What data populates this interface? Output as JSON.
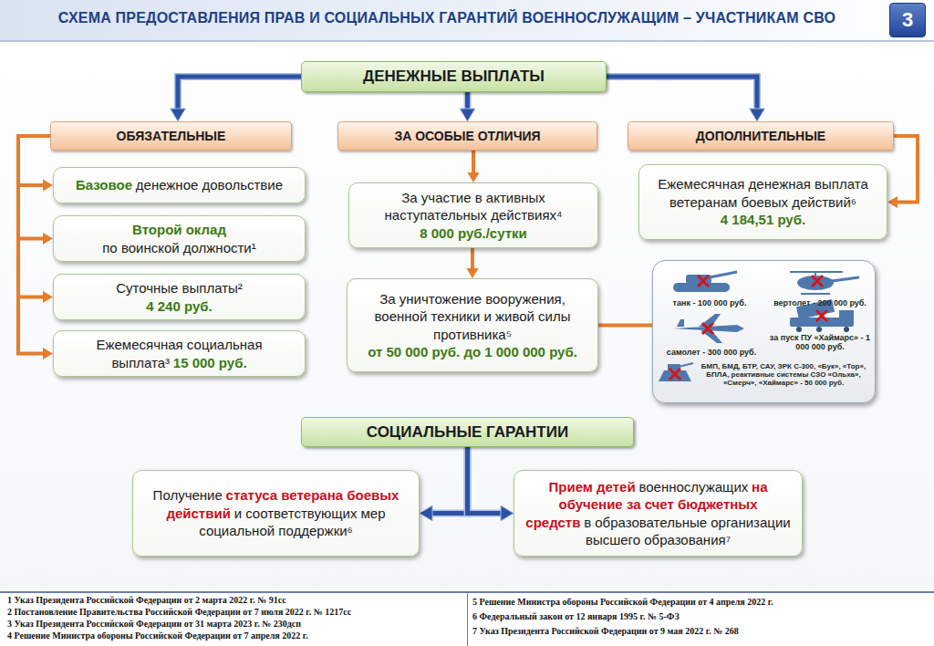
{
  "diagram": {
    "title": "СХЕМА ПРЕДОСТАВЛЕНИЯ ПРАВ И СОЦИАЛЬНЫХ ГАРАНТИЙ ВОЕННОСЛУЖАЩИМ – УЧАСТНИКАМ СВО",
    "nodes": [
      {
        "text": [
          "ДЕНЕЖНЫЕ ВЫПЛАТЫ"
        ]
      },
      {
        "text": [
          "ОБЯЗАТЕЛЬНЫЕ"
        ]
      },
      {
        "text": [
          "ЗА ОСОБЫЕ ОТЛИЧИЯ"
        ]
      },
      {
        "text": [
          "ДОПОЛНИТЕЛЬНЫЕ"
        ]
      },
      {
        "text": [
          "Базовое",
          "денежное довольствие"
        ]
      },
      {
        "text": [
          "Второй оклад",
          "по воинской должности¹"
        ]
      },
      {
        "text": [
          "Суточные выплаты²",
          "4 240 руб."
        ]
      },
      {
        "text": [
          "Ежемесячная социальная выплата³",
          "15 000 руб."
        ]
      },
      {
        "text": [
          "За участие в активных наступательных действиях⁴",
          "8 000 руб./сутки"
        ]
      },
      {
        "text": [
          "За уничтожение вооружения, военной техники и живой силы противника⁵",
          "от 50 000 руб. до 1 000 000 руб."
        ]
      },
      {
        "text": [
          "Ежемесячная денежная выплата ветеранам боевых действий⁶",
          "4 184,51 руб."
        ]
      },
      {
        "text": [
          "танк - 100 000 руб.",
          "вертолет - 200 000 руб.",
          "самолет - 300 000 руб.",
          "за пуск ПУ «Хаймарс» - 1 000 000 руб.",
          "БМП, БМД, БТР, САУ, ЗРК С-300, «Бук», «Тор», БПЛА, реактивные системы СЗО «Ольха», «Смерч», «Хаймарс» - 50 000 руб."
        ]
      },
      {
        "text": [
          "СОЦИАЛЬНЫЕ ГАРАНТИИ"
        ]
      },
      {
        "text": [
          "Получение",
          "статуса ветерана боевых действий",
          "и соответствующих мер социальной поддержки⁶"
        ]
      },
      {
        "text": [
          "Прием детей",
          "военнослужащих",
          "на обучение за счет бюджетных средств",
          "в образовательные организации высшего образования⁷"
        ]
      },
      {
        "text": [
          "3"
        ]
      }
    ],
    "edges": [
      {
        "from": 0,
        "to": 1,
        "arrow": "to"
      },
      {
        "from": 0,
        "to": 2,
        "arrow": "to"
      },
      {
        "from": 0,
        "to": 3,
        "arrow": "to"
      },
      {
        "from": 1,
        "to": 4,
        "arrow": "to"
      },
      {
        "from": 1,
        "to": 5,
        "arrow": "to"
      },
      {
        "from": 1,
        "to": 6,
        "arrow": "to"
      },
      {
        "from": 1,
        "to": 7,
        "arrow": "to"
      },
      {
        "from": 3,
        "to": 10,
        "arrow": "to"
      },
      {
        "from": 2,
        "to": 8,
        "arrow": "to"
      },
      {
        "from": 8,
        "to": 9,
        "arrow": "to"
      },
      {
        "from": 9,
        "to": 11,
        "arrow": "none"
      },
      {
        "from": 12,
        "to": 13,
        "arrow": "to"
      },
      {
        "from": 12,
        "to": 14,
        "arrow": "to"
      }
    ],
    "labels": [
      "1 Указ Президента Российской Федерации от 2 марта 2022 г. № 91сс",
      "2 Постановление Правительства Российской Федерации от 7 июля 2022 г. № 1217сс",
      "3 Указ Президента Российской Федерации от 31 марта 2023 г. № 230дсп",
      "4 Решение Министра обороны Российской Федерации от 7 апреля 2022 г.",
      "5 Решение Министра обороны Российской Федерации от 4 апреля 2022 г.",
      "6 Федеральный закон от 12 января 1995 г. № 5-ФЗ",
      "7 Указ Президента Российской Федерации от 9 мая 2022 г. № 268"
    ]
  }
}
